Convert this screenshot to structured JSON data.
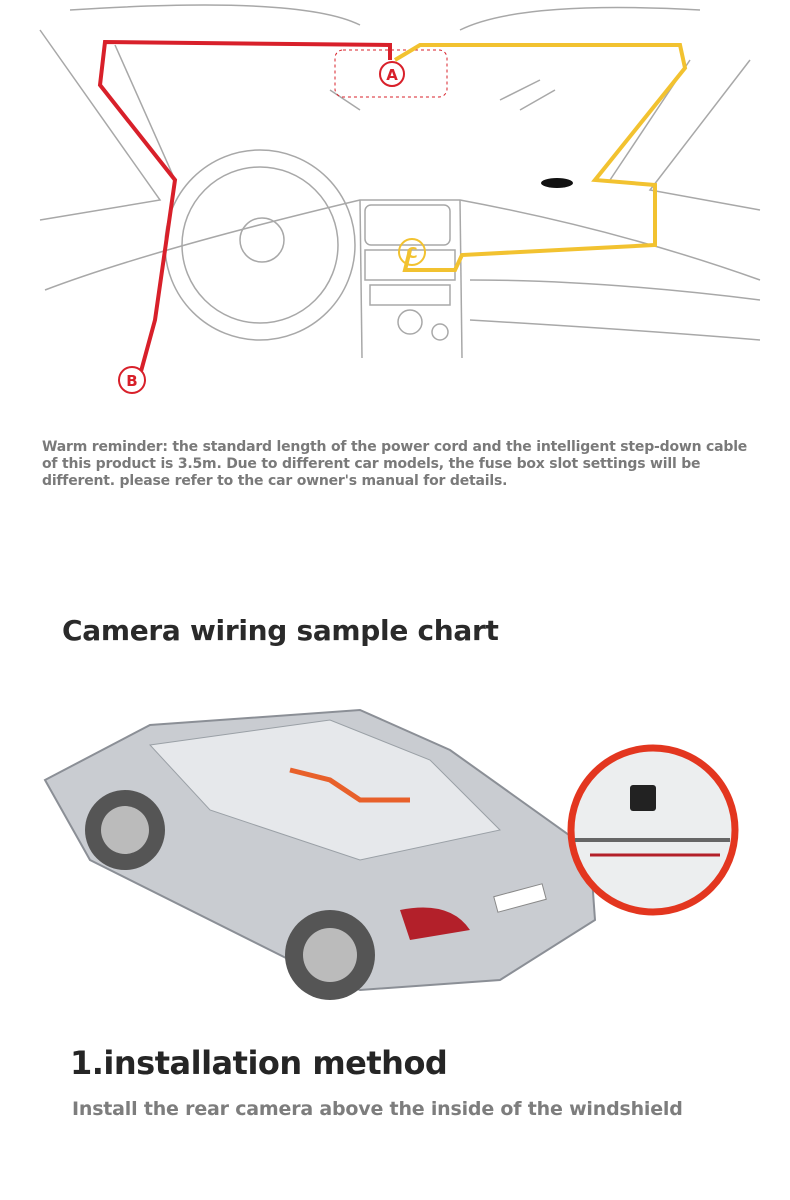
{
  "diagram": {
    "markers": {
      "a": "A",
      "b": "B",
      "c": "C"
    },
    "colors": {
      "power_cable": "#d8202a",
      "stepdown_cable": "#f2c230",
      "line_art": "#9a9a9a"
    }
  },
  "reminder_text": "Warm reminder: the standard length of the power cord and the intelligent step-down cable of this product is 3.5m. Due to different car models, the fuse box slot settings will be different. please refer to the car owner's manual for details.",
  "section_title": "Camera wiring sample chart",
  "installation": {
    "title": "1.installation method",
    "description": "Install the rear camera above the inside of the windshield"
  }
}
